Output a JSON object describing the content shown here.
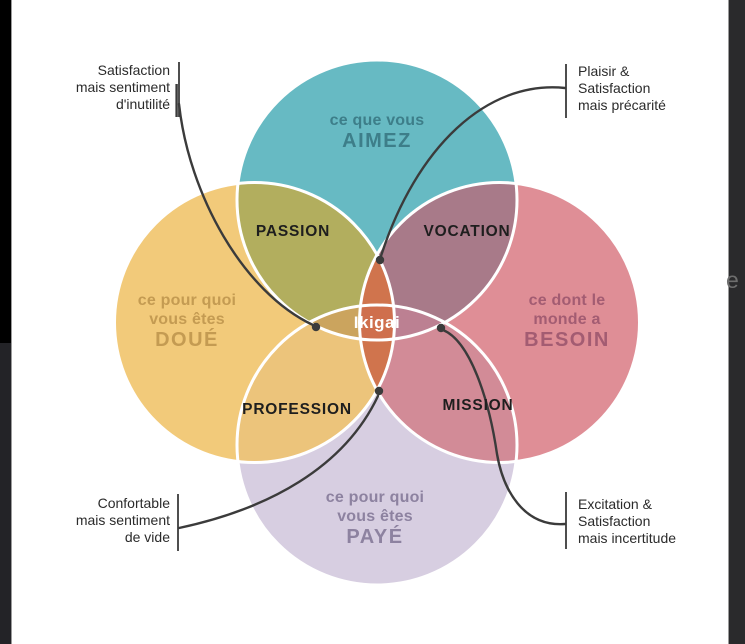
{
  "window": {
    "canvas_bg": "#ffffff",
    "left_strip_top_color": "#000000",
    "left_strip_bottom_color": "#232327",
    "right_strip_color": "#2a2a2c",
    "edge_line_color": "#9b9b9b",
    "artifact_letter": "e"
  },
  "diagram": {
    "stroke_color": "#ffffff",
    "connector_color": "#3b3b3b",
    "circles": [
      {
        "id": "aimez",
        "lines": [
          "ce que vous",
          "AIMEZ"
        ],
        "color": "#67bac3",
        "text_color": "#3d7e89"
      },
      {
        "id": "doue",
        "lines": [
          "ce pour quoi",
          "vous êtes",
          "DOUÉ"
        ],
        "color": "#f2ca7a",
        "text_color": "#c49b52"
      },
      {
        "id": "besoin",
        "lines": [
          "ce dont le",
          "monde a",
          "BESOIN"
        ],
        "color": "#df8e96",
        "text_color": "#a35c72"
      },
      {
        "id": "paye",
        "lines": [
          "ce pour quoi",
          "vous êtes",
          "PAYÉ"
        ],
        "color": "#d7cee1",
        "text_color": "#8d82a0"
      }
    ],
    "regions": [
      {
        "id": "passion",
        "label": "PASSION",
        "color": "#b2ae5e"
      },
      {
        "id": "vocation",
        "label": "VOCATION",
        "color": "#a87a89"
      },
      {
        "id": "profession",
        "label": "PROFESSION",
        "color": "#ecc47b"
      },
      {
        "id": "mission",
        "label": "MISSION",
        "color": "#d28b97"
      }
    ],
    "petals": {
      "horizontal_color": "#d0744d",
      "left_color": "#cba45e",
      "right_color": "#bc8092"
    },
    "center": {
      "label": "Ikigai",
      "color": "#cf6f4d",
      "text_color": "#ffffff"
    },
    "callouts": [
      {
        "id": "top-left",
        "lines": [
          "Satisfaction",
          "mais sentiment",
          "d'inutilité"
        ]
      },
      {
        "id": "top-right",
        "lines": [
          "Plaisir &",
          "Satisfaction",
          "mais précarité"
        ]
      },
      {
        "id": "bottom-left",
        "lines": [
          "Confortable",
          "mais sentiment",
          "de vide"
        ]
      },
      {
        "id": "bottom-right",
        "lines": [
          "Excitation &",
          "Satisfaction",
          "mais incertitude"
        ]
      }
    ]
  }
}
